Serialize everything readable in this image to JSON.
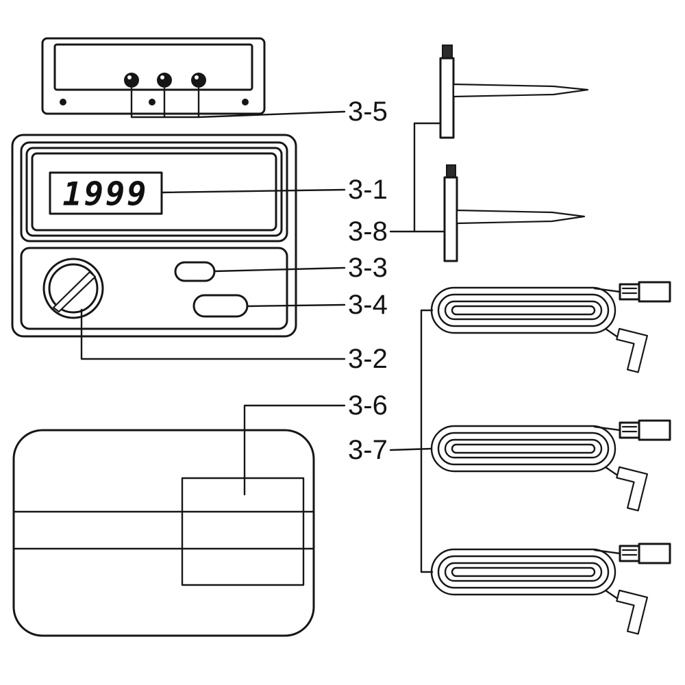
{
  "display": {
    "value": "1999"
  },
  "callouts": {
    "c35": "3-5",
    "c31": "3-1",
    "c38": "3-8",
    "c33": "3-3",
    "c34": "3-4",
    "c32": "3-2",
    "c36": "3-6",
    "c37": "3-7"
  },
  "colors": {
    "line": "#161616",
    "background": "#ffffff"
  }
}
